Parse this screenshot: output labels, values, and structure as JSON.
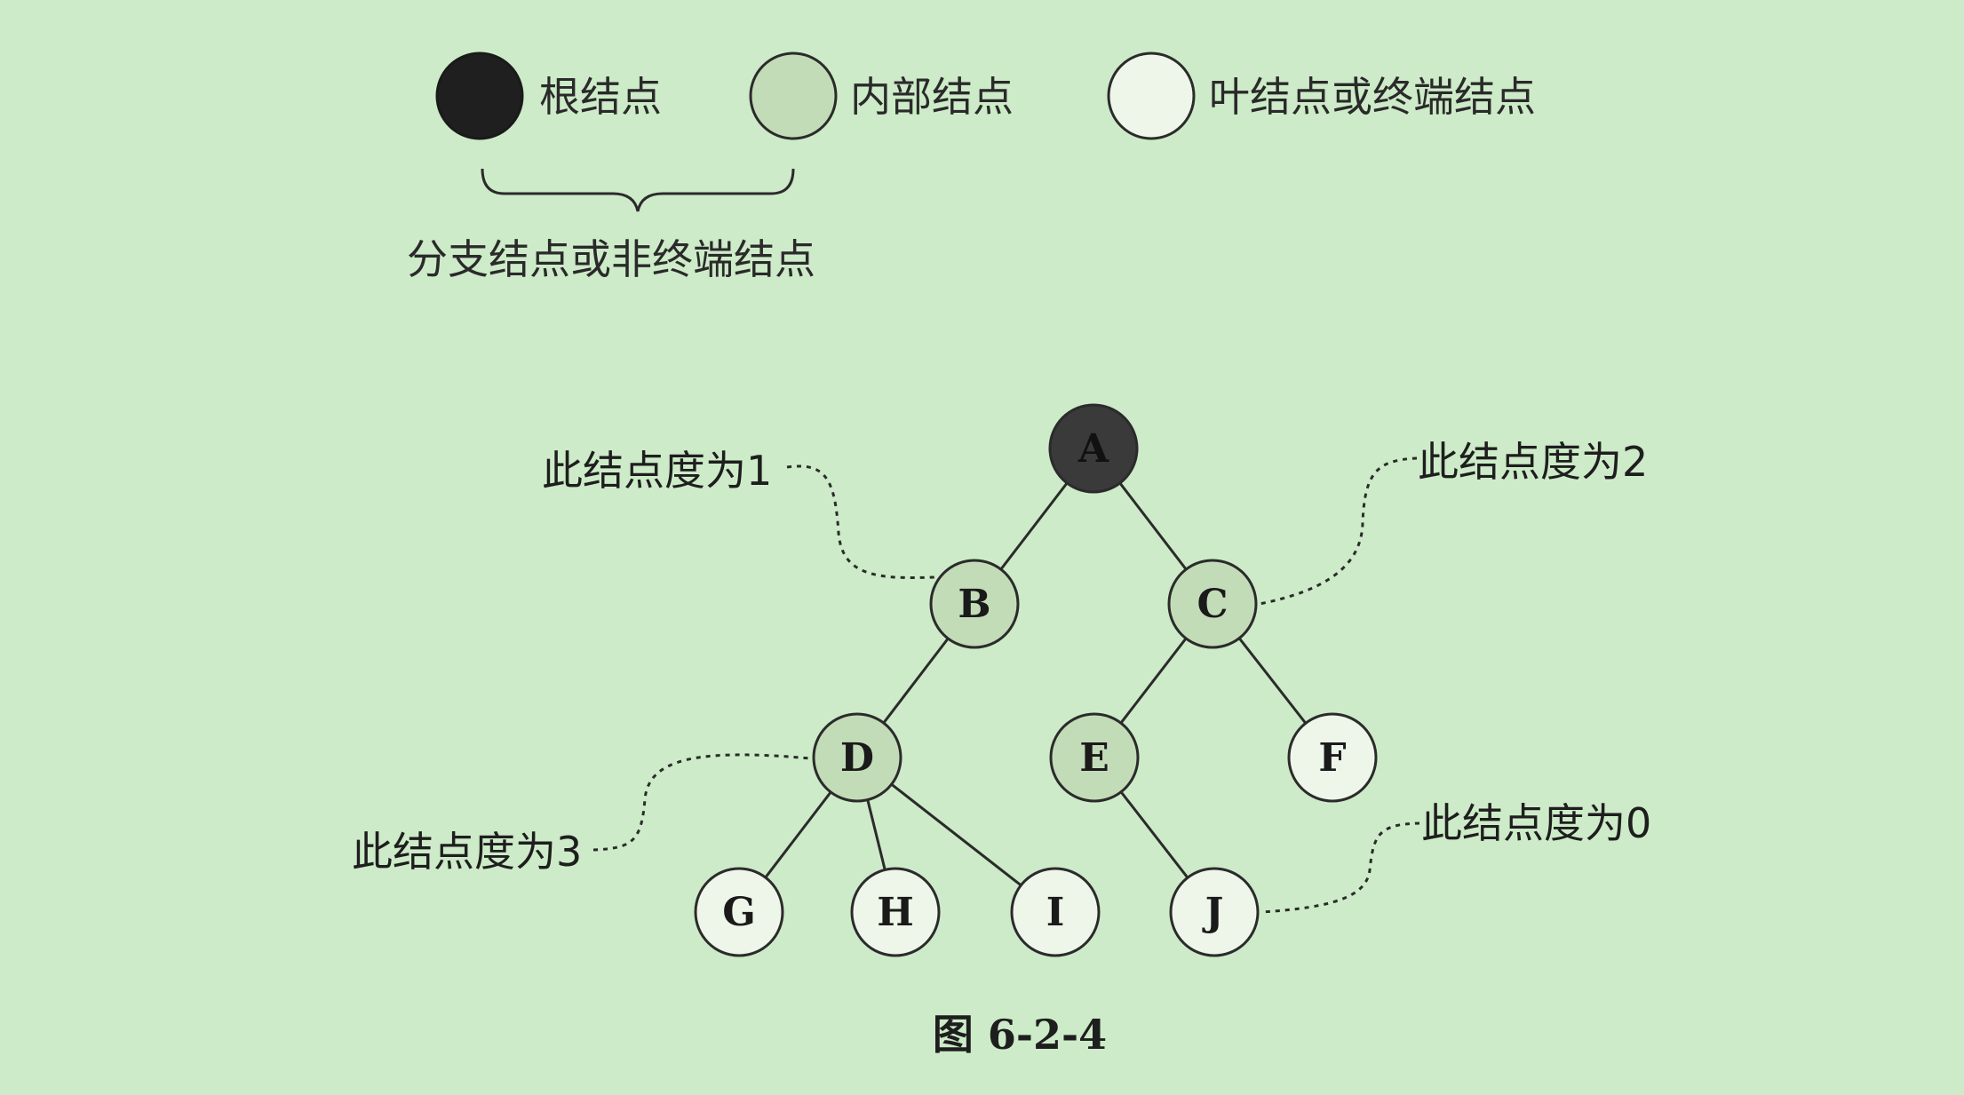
{
  "legend": {
    "root_label": "根结点",
    "internal_label": "内部结点",
    "leaf_label": "叶结点或终端结点",
    "branch_label": "分支结点或非终端结点"
  },
  "tree": {
    "nodes": [
      {
        "id": "A",
        "label": "A",
        "kind": "root"
      },
      {
        "id": "B",
        "label": "B",
        "kind": "internal"
      },
      {
        "id": "C",
        "label": "C",
        "kind": "internal"
      },
      {
        "id": "D",
        "label": "D",
        "kind": "internal"
      },
      {
        "id": "E",
        "label": "E",
        "kind": "internal"
      },
      {
        "id": "F",
        "label": "F",
        "kind": "leaf"
      },
      {
        "id": "G",
        "label": "G",
        "kind": "leaf"
      },
      {
        "id": "H",
        "label": "H",
        "kind": "leaf"
      },
      {
        "id": "I",
        "label": "I",
        "kind": "leaf"
      },
      {
        "id": "J",
        "label": "J",
        "kind": "leaf"
      }
    ],
    "edges": [
      [
        "A",
        "B"
      ],
      [
        "A",
        "C"
      ],
      [
        "B",
        "D"
      ],
      [
        "C",
        "E"
      ],
      [
        "C",
        "F"
      ],
      [
        "D",
        "G"
      ],
      [
        "D",
        "H"
      ],
      [
        "D",
        "I"
      ],
      [
        "E",
        "J"
      ]
    ]
  },
  "annotations": {
    "degree1": "此结点度为1",
    "degree2": "此结点度为2",
    "degree3": "此结点度为3",
    "degree0": "此结点度为0"
  },
  "caption": "图 6-2-4",
  "colors": {
    "background": "#cdebc8",
    "root_fill": "#3a3a3a",
    "internal_fill": "#c3dcb8",
    "leaf_fill": "#eef6ea",
    "stroke": "#2b2b2b"
  }
}
